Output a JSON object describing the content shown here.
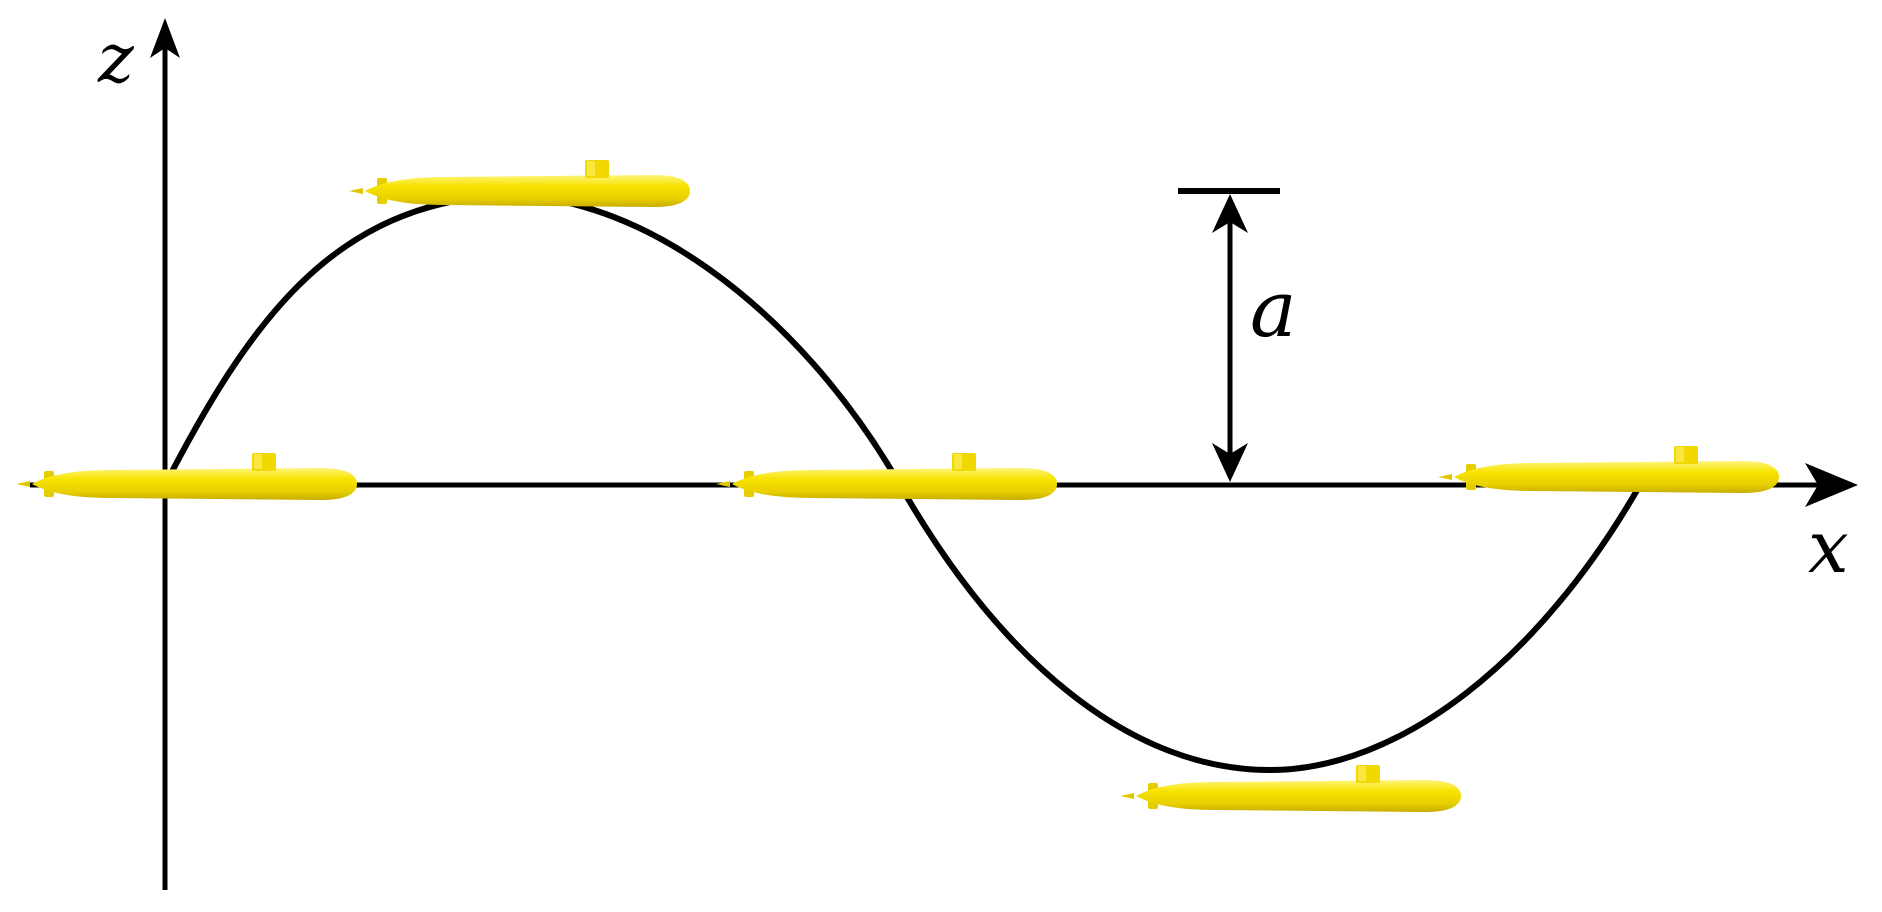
{
  "labels": {
    "z_axis": "z",
    "x_axis": "x",
    "amplitude": "a"
  },
  "colors": {
    "line": "#000000",
    "submarine_body": "#f2dc00",
    "submarine_highlight": "#fff26b",
    "submarine_shadow": "#c9b000",
    "background": "#ffffff"
  },
  "icons": [
    "submarine-icon"
  ]
}
